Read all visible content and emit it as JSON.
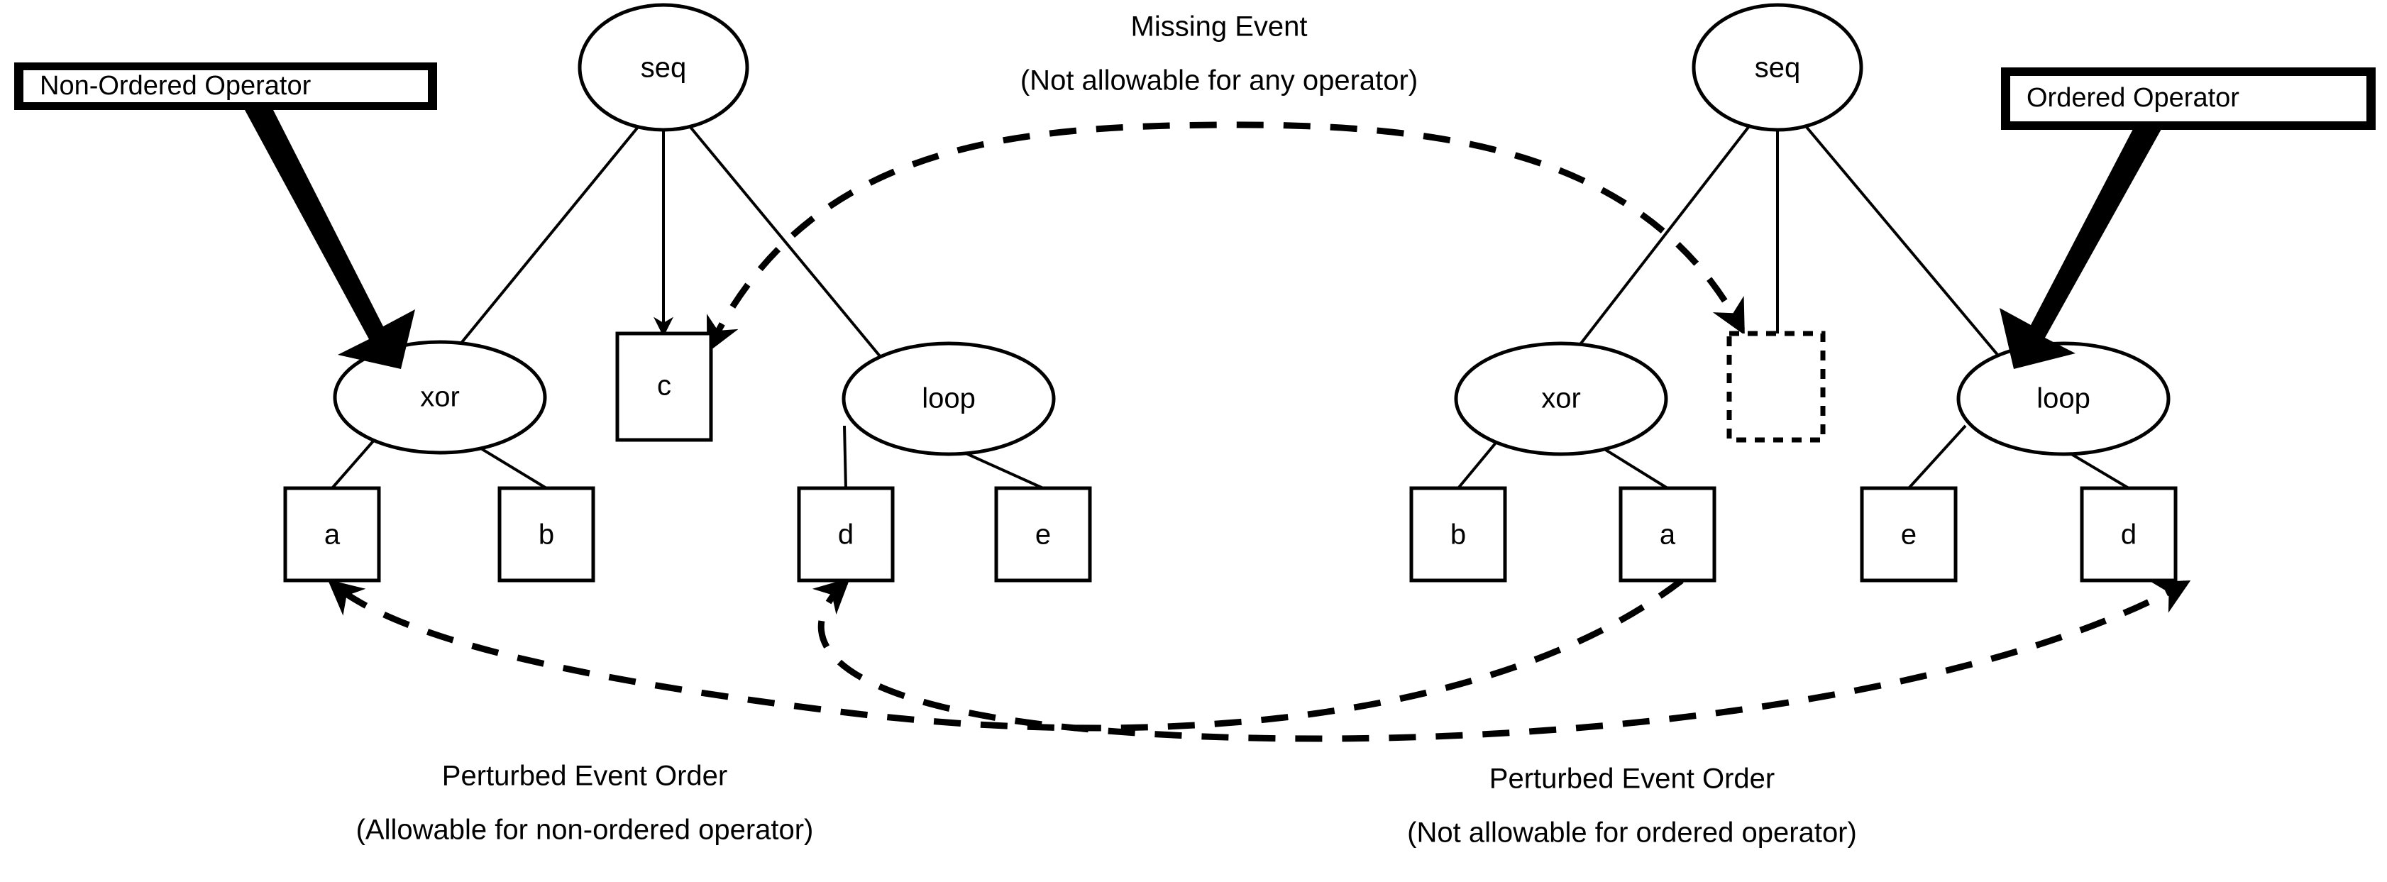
{
  "figure": {
    "title_top": "Missing Event",
    "subtitle_top": "(Not allowable for any operator)",
    "caption_left_line1": "Perturbed Event Order",
    "caption_left_line2": "(Allowable for non-ordered operator)",
    "caption_right_line1": "Perturbed Event Order",
    "caption_right_line2": "(Not allowable for ordered operator)"
  },
  "callouts": {
    "left": {
      "label": "Non-Ordered Operator",
      "points_to": "xor"
    },
    "right": {
      "label": "Ordered Operator",
      "points_to": "loop"
    }
  },
  "left_tree": {
    "root": "seq",
    "operators": [
      "xor",
      "loop"
    ],
    "middle_child": "c",
    "xor_children": [
      "a",
      "b"
    ],
    "loop_children": [
      "d",
      "e"
    ]
  },
  "right_tree": {
    "root": "seq",
    "operators": [
      "xor",
      "loop"
    ],
    "middle_child": "",
    "middle_child_is_missing": true,
    "xor_children": [
      "b",
      "a"
    ],
    "loop_children": [
      "e",
      "d"
    ]
  },
  "colors": {
    "stroke": "#000000",
    "background": "#ffffff",
    "text": "#000000"
  }
}
